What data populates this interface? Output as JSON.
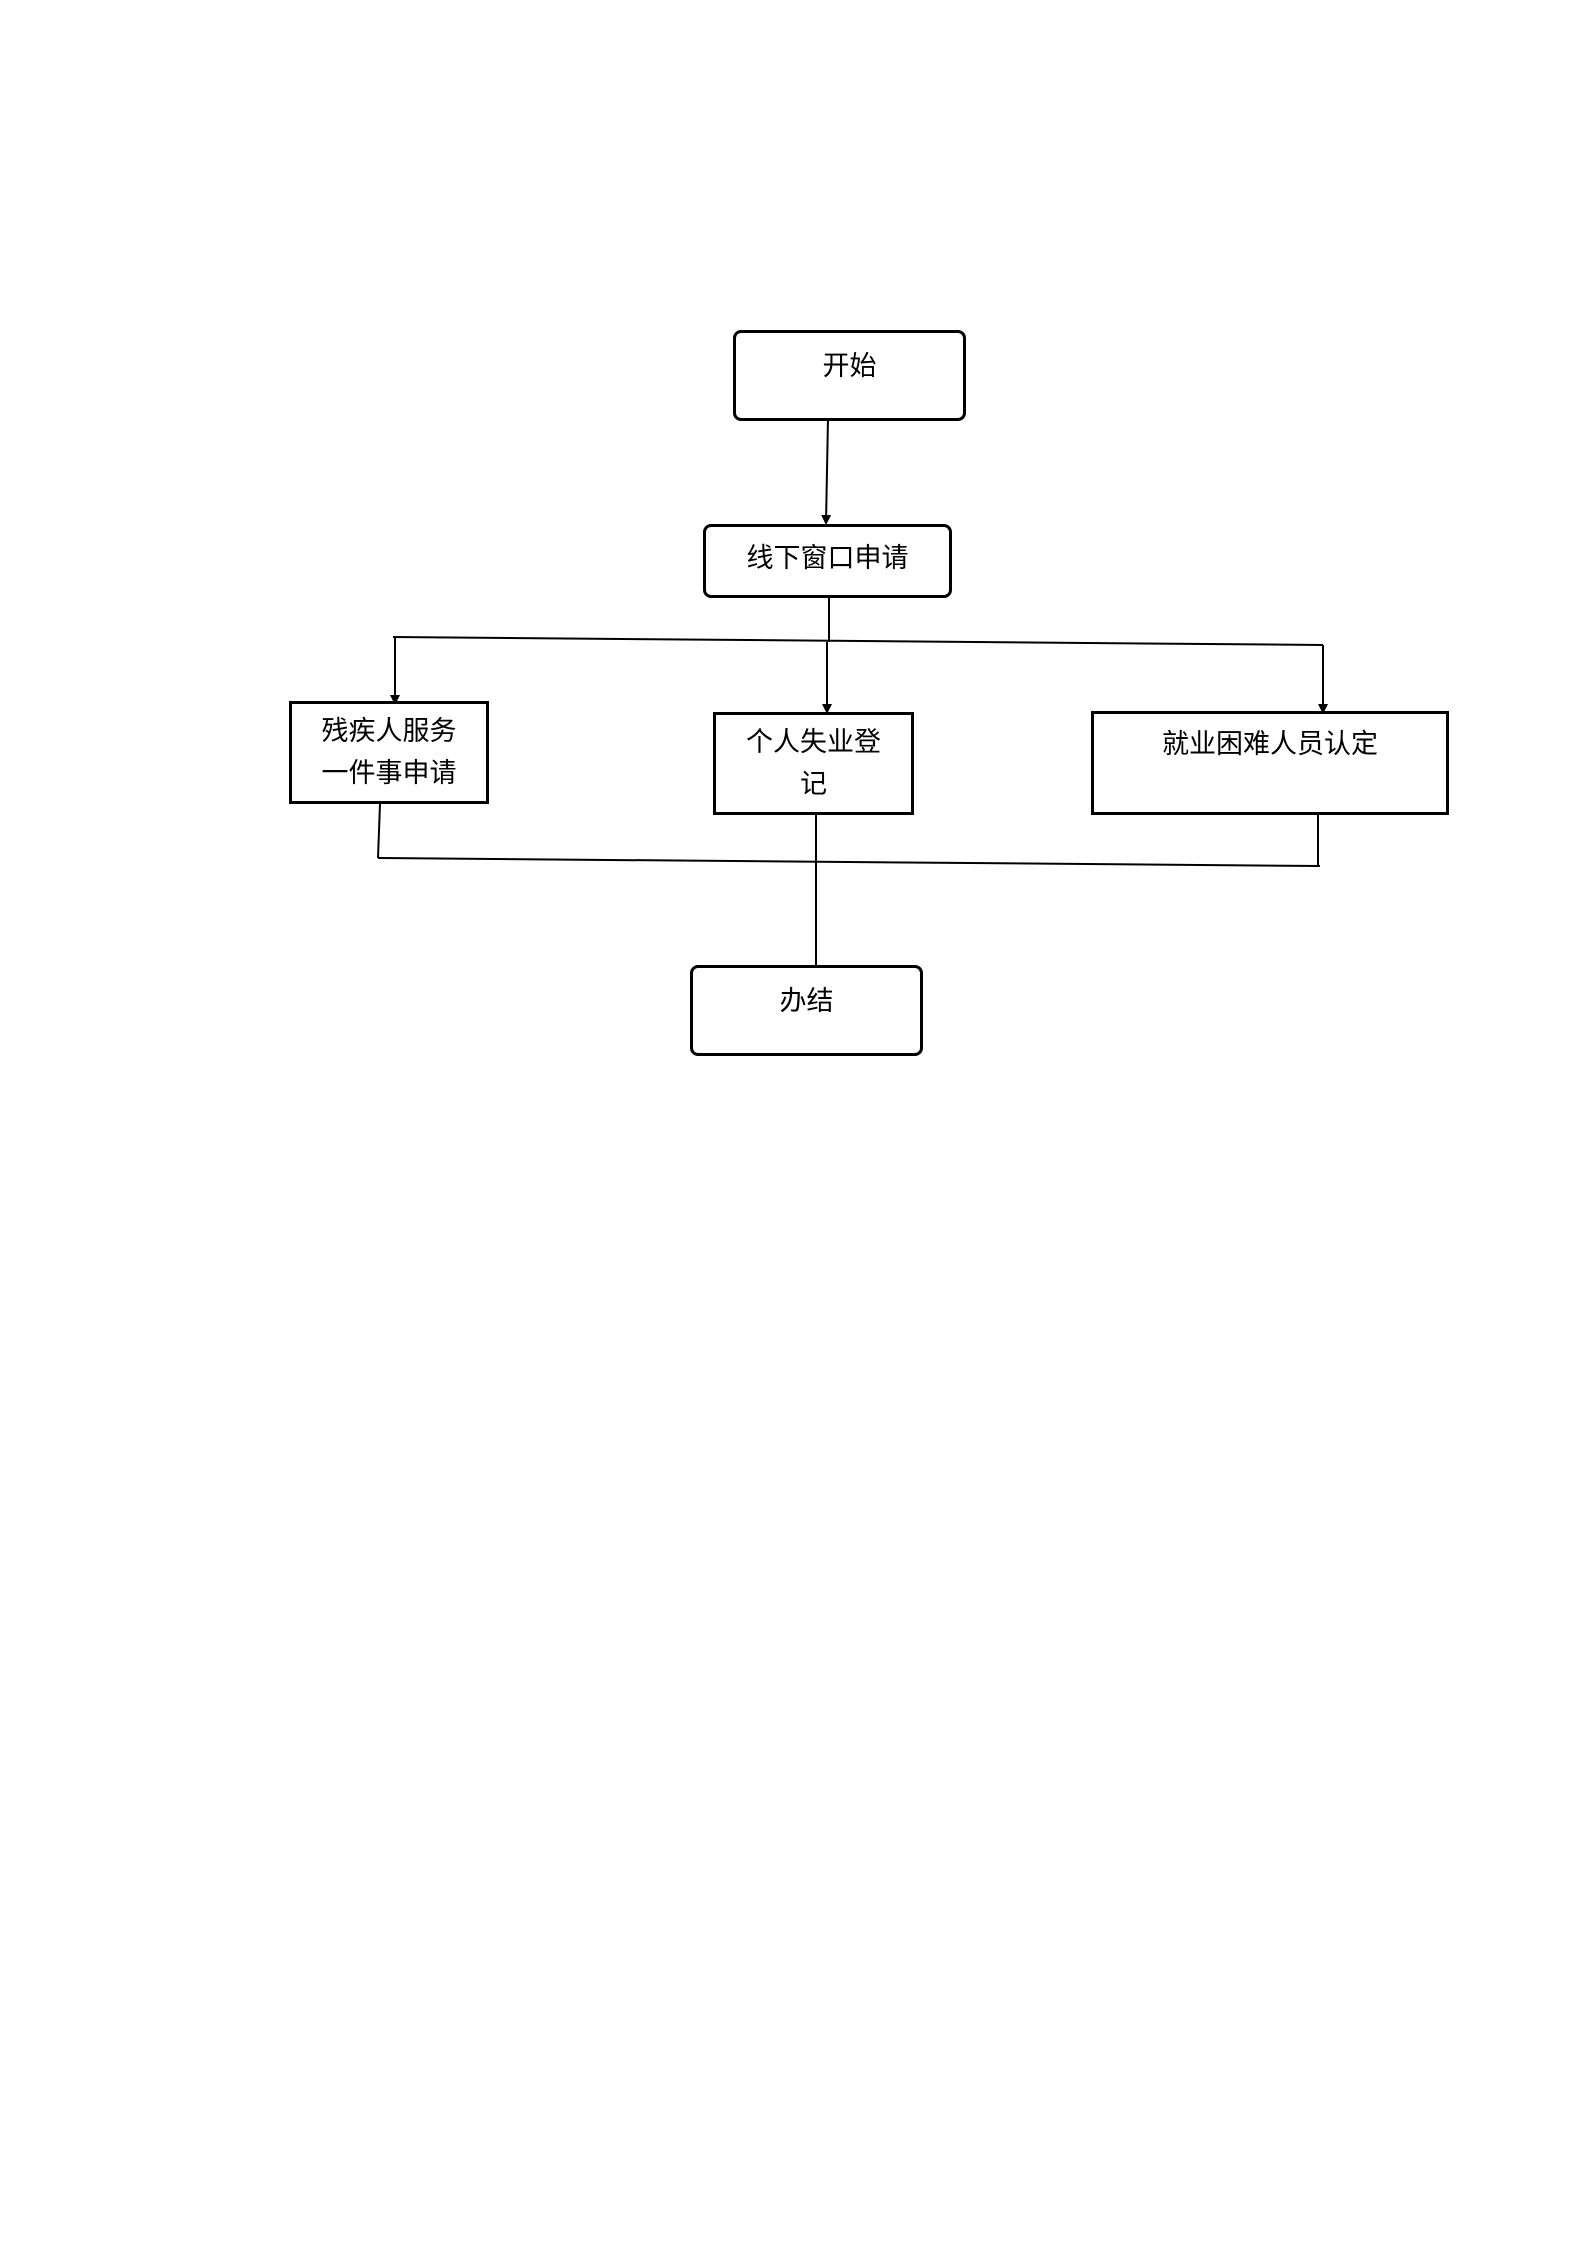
{
  "nodes": {
    "start": {
      "label": "开始"
    },
    "offline_window": {
      "label": "线下窗口申请"
    },
    "disabled_service": {
      "line1": "残疾人服务",
      "line2": "一件事申请"
    },
    "unemployment_registration": {
      "line1": "个人失业登",
      "line2": "记"
    },
    "employment_difficulty": {
      "label": "就业困难人员认定"
    },
    "finish": {
      "label": "办结"
    }
  },
  "colors": {
    "stroke": "#000000",
    "background": "#ffffff"
  }
}
